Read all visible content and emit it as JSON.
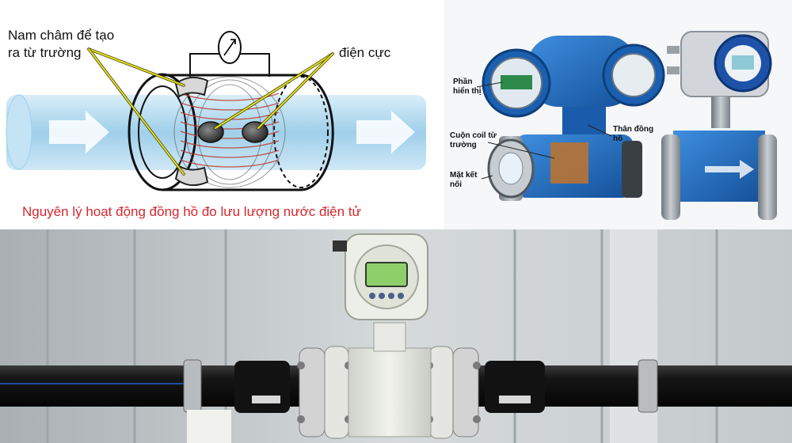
{
  "principle": {
    "magnet_label_line1": "Nam châm để tạo",
    "magnet_label_line2": "ra từ trường",
    "electrode_label": "điện cực",
    "caption": "Nguyên lý hoạt động đồng hồ đo lưu lượng nước điện tử"
  },
  "cutaway": {
    "display_line1": "Phần",
    "display_line2": "hiển thị",
    "coil_line1": "Cuộn coil từ",
    "coil_line2": "trường",
    "body_line1": "Thân đồng",
    "body_line2": "hồ",
    "flange_line1": "Mặt kết",
    "flange_line2": "nối"
  },
  "colors": {
    "caption_red": "#d7262d",
    "label_yellow_line": "#e9e400",
    "pipe_blue": "#a9d3ec",
    "meter_blue": "#1e63b6",
    "pipe_black": "#151515"
  }
}
